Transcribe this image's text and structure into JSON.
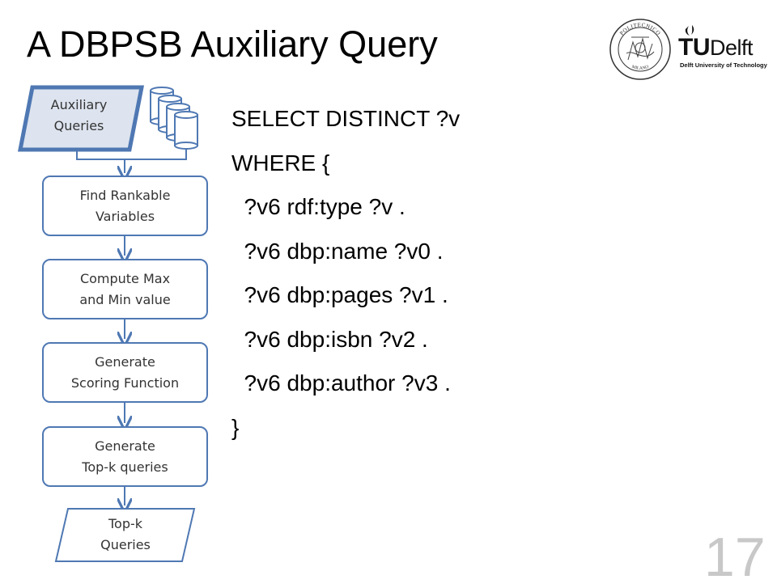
{
  "slide": {
    "title": "A DBPSB Auxiliary Query",
    "page_number": "17"
  },
  "logos": {
    "polimi": {
      "ring_top": "POLITECNICO",
      "ring_bottom": "MILANO"
    },
    "tudelft": {
      "tu": "TU",
      "delft": "Delft",
      "subtitle": "Delft University of Technology"
    }
  },
  "flow": {
    "input": {
      "line1": "Auxiliary",
      "line2": "Queries"
    },
    "steps": [
      {
        "line1": "Find Rankable",
        "line2": "Variables"
      },
      {
        "line1": "Compute Max",
        "line2": "and Min value"
      },
      {
        "line1": "Generate",
        "line2": "Scoring Function"
      },
      {
        "line1": "Generate",
        "line2": "Top-k queries"
      }
    ],
    "output": {
      "line1": "Top-k",
      "line2": "Queries"
    }
  },
  "query": {
    "lines": [
      "SELECT DISTINCT ?v",
      "WHERE {",
      "  ?v6 rdf:type ?v .",
      "  ?v6 dbp:name ?v0 .",
      "  ?v6 dbp:pages ?v1 .",
      "  ?v6 dbp:isbn ?v2 .",
      "  ?v6 dbp:author ?v3 .",
      "}"
    ]
  },
  "colors": {
    "flow_stroke": "#4f78b3",
    "input_fill": "#dde4ef",
    "page_number": "#c8c8c8"
  }
}
